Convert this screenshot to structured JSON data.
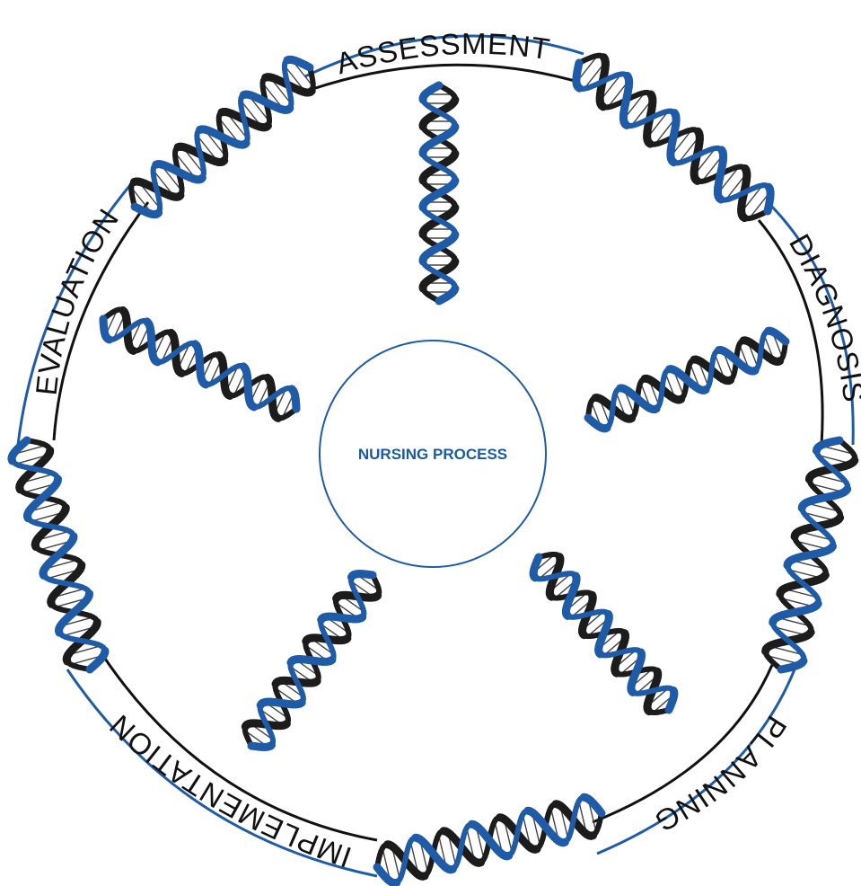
{
  "center": {
    "title": "NURSING PROCESS"
  },
  "stages": [
    {
      "label": "ASSESSMENT"
    },
    {
      "label": "DIAGNOSIS"
    },
    {
      "label": "PLANNING"
    },
    {
      "label": "IMPLEMENTATION"
    },
    {
      "label": "EVALUATION"
    }
  ],
  "colors": {
    "primary_blue": "#1f5ba6",
    "strand_black": "#1c1c1c",
    "ring_stroke": "#111111",
    "center_text": "#1a5aa0"
  }
}
